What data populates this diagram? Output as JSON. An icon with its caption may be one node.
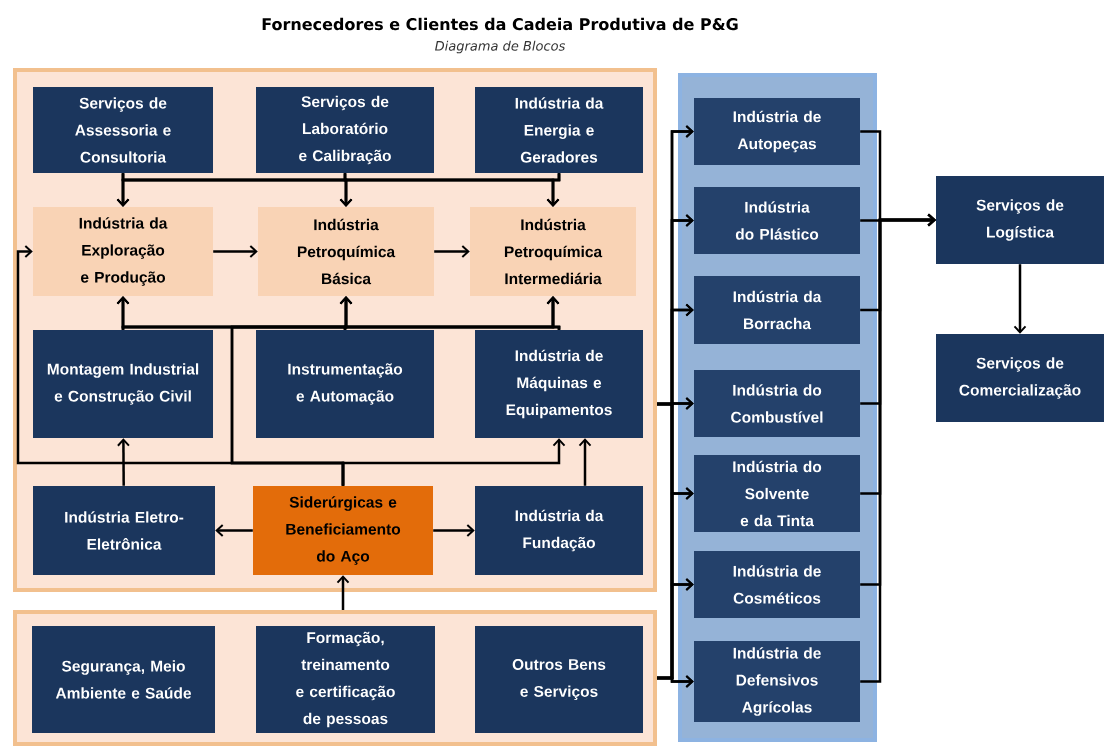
{
  "diagram": {
    "title": "Fornecedores e Clientes da Cadeia Produtiva de P&G",
    "nodes": [
      {
        "text": [],
        "shape": "box"
      },
      {
        "text": [
          "Serviços de Assessoria e Consultoria"
        ],
        "in": 0
      },
      {
        "text": [
          "Serviços de Laboratório e Calibração"
        ],
        "in": 0
      },
      {
        "text": [
          "Indústria da Energia e Geradores"
        ],
        "in": 0
      },
      {
        "text": [
          "Indústria da Exploração e Produção"
        ],
        "in": 0
      },
      {
        "text": [
          "Indústria Petroquímica Básica"
        ],
        "in": 0
      },
      {
        "text": [
          "Indústria Petroquímica Intermediária"
        ],
        "in": 0
      },
      {
        "text": [
          "Montagem Industrial e Construção Civil"
        ],
        "in": 0
      },
      {
        "text": [
          "Instrumentação e Automação"
        ],
        "in": 0
      },
      {
        "text": [
          "Indústria de Máquinas e Equipamentos"
        ],
        "in": 0
      },
      {
        "text": [
          "Indústria Eletro-Eletrônica"
        ],
        "in": 0
      },
      {
        "text": [
          "Siderúrgicas e Beneficiamento do Aço"
        ],
        "in": 0
      },
      {
        "text": [
          "Indústria da Fundação"
        ],
        "in": 0
      },
      {
        "text": [],
        "shape": "box"
      },
      {
        "text": [
          "Segurança, Meio Ambiente e Saúde"
        ],
        "in": 13
      },
      {
        "text": [
          "Formação, treinamento e certificação de pessoas"
        ],
        "in": 13
      },
      {
        "text": [
          "Outros Bens e Serviços"
        ],
        "in": 13
      },
      {
        "text": [],
        "shape": "box"
      },
      {
        "text": [
          "Indústria de Autopeças"
        ],
        "in": 17
      },
      {
        "text": [
          "Indústria do Plástico"
        ],
        "in": 17
      },
      {
        "text": [
          "Indústria da Borracha"
        ],
        "in": 17
      },
      {
        "text": [
          "Indústria do Combustível"
        ],
        "in": 17
      },
      {
        "text": [
          "Indústria do Solvente e da Tinta"
        ],
        "in": 17
      },
      {
        "text": [
          "Indústria de Cosméticos"
        ],
        "in": 17
      },
      {
        "text": [
          "Indústria de Defensivos Agrícolas"
        ],
        "in": 17
      },
      {
        "text": [
          "Serviços de Logística"
        ]
      },
      {
        "text": [
          "Serviços de Comercialização"
        ]
      }
    ],
    "edges": [
      {
        "from": 1,
        "to": 4,
        "arrow": "to"
      },
      {
        "from": 1,
        "to": 5,
        "arrow": "to"
      },
      {
        "from": 1,
        "to": 6,
        "arrow": "to"
      },
      {
        "from": 2,
        "to": 4,
        "arrow": "to"
      },
      {
        "from": 2,
        "to": 5,
        "arrow": "to"
      },
      {
        "from": 2,
        "to": 6,
        "arrow": "to"
      },
      {
        "from": 3,
        "to": 4,
        "arrow": "to"
      },
      {
        "from": 3,
        "to": 5,
        "arrow": "to"
      },
      {
        "from": 3,
        "to": 6,
        "arrow": "to"
      },
      {
        "from": 4,
        "to": 5,
        "arrow": "to"
      },
      {
        "from": 5,
        "to": 6,
        "arrow": "to"
      },
      {
        "from": 7,
        "to": 4,
        "arrow": "to"
      },
      {
        "from": 7,
        "to": 5,
        "arrow": "to"
      },
      {
        "from": 7,
        "to": 6,
        "arrow": "to"
      },
      {
        "from": 8,
        "to": 4,
        "arrow": "to"
      },
      {
        "from": 8,
        "to": 5,
        "arrow": "to"
      },
      {
        "from": 8,
        "to": 6,
        "arrow": "to"
      },
      {
        "from": 9,
        "to": 4,
        "arrow": "to"
      },
      {
        "from": 9,
        "to": 5,
        "arrow": "to"
      },
      {
        "from": 9,
        "to": 6,
        "arrow": "to"
      },
      {
        "from": 10,
        "to": 7,
        "arrow": "to"
      },
      {
        "from": 11,
        "to": 10,
        "arrow": "to"
      },
      {
        "from": 11,
        "to": 12,
        "arrow": "to"
      },
      {
        "from": 11,
        "to": 4,
        "arrow": "to"
      },
      {
        "from": 11,
        "to": 5,
        "arrow": "to"
      },
      {
        "from": 11,
        "to": 6,
        "arrow": "to"
      },
      {
        "from": 11,
        "to": 9,
        "arrow": "to"
      },
      {
        "from": 12,
        "to": 9,
        "arrow": "to"
      },
      {
        "from": 13,
        "to": 11,
        "arrow": "to"
      },
      {
        "from": 0,
        "to": 18,
        "arrow": "to"
      },
      {
        "from": 0,
        "to": 19,
        "arrow": "to"
      },
      {
        "from": 0,
        "to": 20,
        "arrow": "to"
      },
      {
        "from": 0,
        "to": 21,
        "arrow": "to"
      },
      {
        "from": 0,
        "to": 22,
        "arrow": "to"
      },
      {
        "from": 0,
        "to": 23,
        "arrow": "to"
      },
      {
        "from": 0,
        "to": 24,
        "arrow": "to"
      },
      {
        "from": 13,
        "to": 18,
        "arrow": "to"
      },
      {
        "from": 13,
        "to": 19,
        "arrow": "to"
      },
      {
        "from": 13,
        "to": 20,
        "arrow": "to"
      },
      {
        "from": 13,
        "to": 21,
        "arrow": "to"
      },
      {
        "from": 13,
        "to": 22,
        "arrow": "to"
      },
      {
        "from": 13,
        "to": 23,
        "arrow": "to"
      },
      {
        "from": 13,
        "to": 24,
        "arrow": "to"
      },
      {
        "from": 18,
        "to": 25,
        "arrow": "to"
      },
      {
        "from": 19,
        "to": 25,
        "arrow": "to"
      },
      {
        "from": 20,
        "to": 25,
        "arrow": "to"
      },
      {
        "from": 21,
        "to": 25,
        "arrow": "to"
      },
      {
        "from": 22,
        "to": 25,
        "arrow": "to"
      },
      {
        "from": 23,
        "to": 25,
        "arrow": "to"
      },
      {
        "from": 24,
        "to": 25,
        "arrow": "to"
      },
      {
        "from": 25,
        "to": 26,
        "arrow": "to"
      }
    ],
    "labels": [
      "Diagrama de Blocos"
    ]
  }
}
